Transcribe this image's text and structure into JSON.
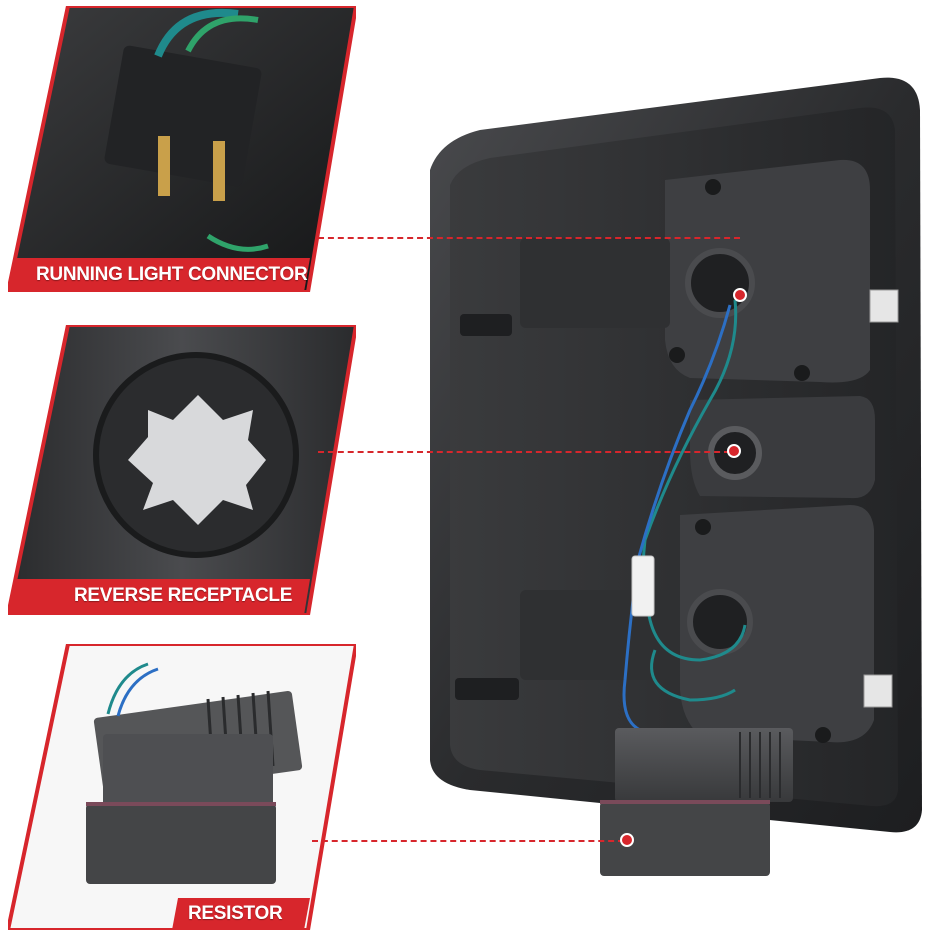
{
  "colors": {
    "accent_red": "#d7262c",
    "housing_dark": "#2b2c2e",
    "background": "#ffffff"
  },
  "callouts": [
    {
      "id": "running-light-connector",
      "label": "RUNNING LIGHT CONNECTOR"
    },
    {
      "id": "reverse-receptacle",
      "label": "REVERSE RECEPTACLE"
    },
    {
      "id": "resistor",
      "label": "RESISTOR"
    }
  ]
}
